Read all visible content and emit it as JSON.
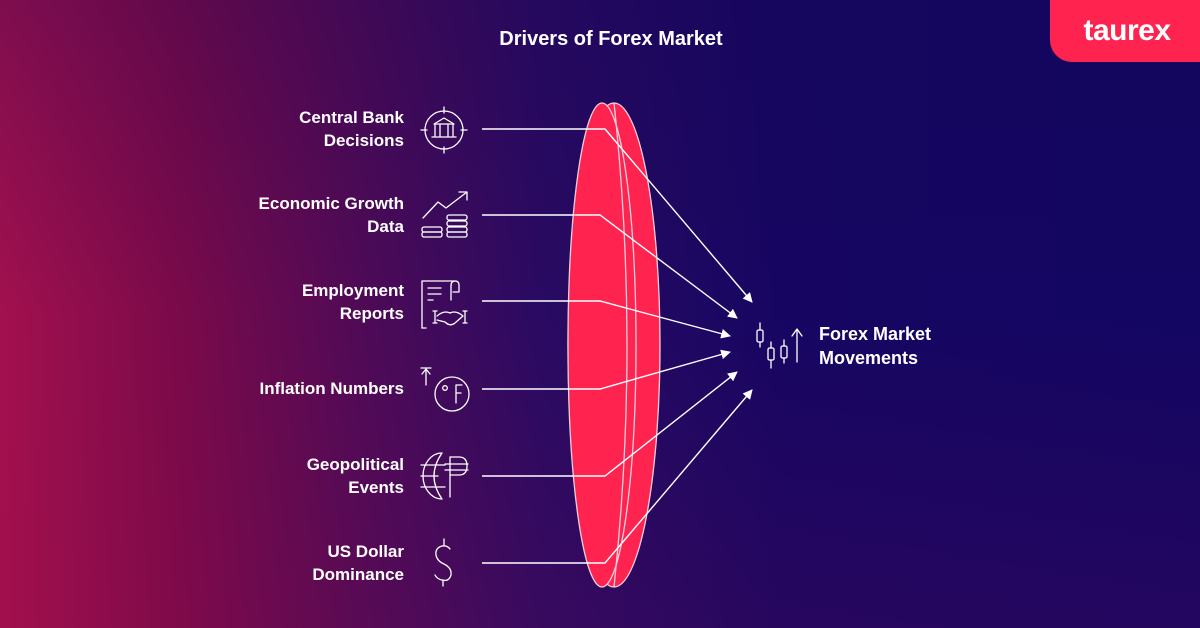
{
  "brand": {
    "logo_text": "taurex",
    "accent_color": "#ff2350"
  },
  "title": "Drivers of Forex Market",
  "drivers": [
    {
      "line1": "Central Bank",
      "line2": "Decisions",
      "icon": "bank-target-icon"
    },
    {
      "line1": "Economic Growth",
      "line2": "Data",
      "icon": "growth-coins-icon"
    },
    {
      "line1": "Employment",
      "line2": "Reports",
      "icon": "contract-handshake-icon"
    },
    {
      "line1": "Inflation Numbers",
      "line2": "",
      "icon": "temperature-rise-icon"
    },
    {
      "line1": "Geopolitical",
      "line2": "Events",
      "icon": "globe-currency-icon"
    },
    {
      "line1": "US Dollar",
      "line2": "Dominance",
      "icon": "dollar-icon"
    }
  ],
  "lens": {
    "color": "#ff2350",
    "description": "focusing lens"
  },
  "target": {
    "line1": "Forex Market",
    "line2": "Movements",
    "icon": "candlestick-chart-icon"
  },
  "colors": {
    "background_left": "#a3104e",
    "background_right": "#120662",
    "lines": "#ffffff"
  }
}
